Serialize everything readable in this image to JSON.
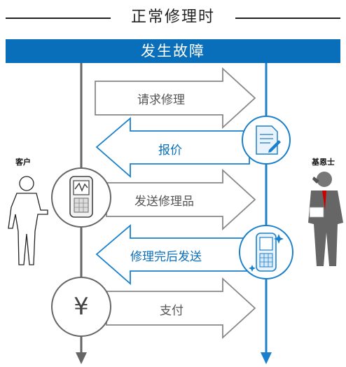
{
  "title": "正常修理时",
  "banner": "发生故障",
  "left_party": "客户",
  "right_party": "基恩士",
  "steps": [
    {
      "label": "请求修理",
      "direction": "right",
      "color": "#555555"
    },
    {
      "label": "报价",
      "direction": "left",
      "color": "#0a6fba"
    },
    {
      "label": "发送修理品",
      "direction": "right",
      "color": "#555555"
    },
    {
      "label": "修理完后发送",
      "direction": "left",
      "color": "#0a6fba"
    },
    {
      "label": "支付",
      "direction": "right",
      "color": "#555555"
    }
  ],
  "icons": {
    "quote": "document-icon",
    "ship": "handheld-scanner-broken-icon",
    "return": "handheld-scanner-repaired-icon",
    "pay": "yen-icon"
  },
  "yen_symbol": "¥",
  "colors": {
    "accent": "#0a6fba",
    "gray": "#666666"
  }
}
